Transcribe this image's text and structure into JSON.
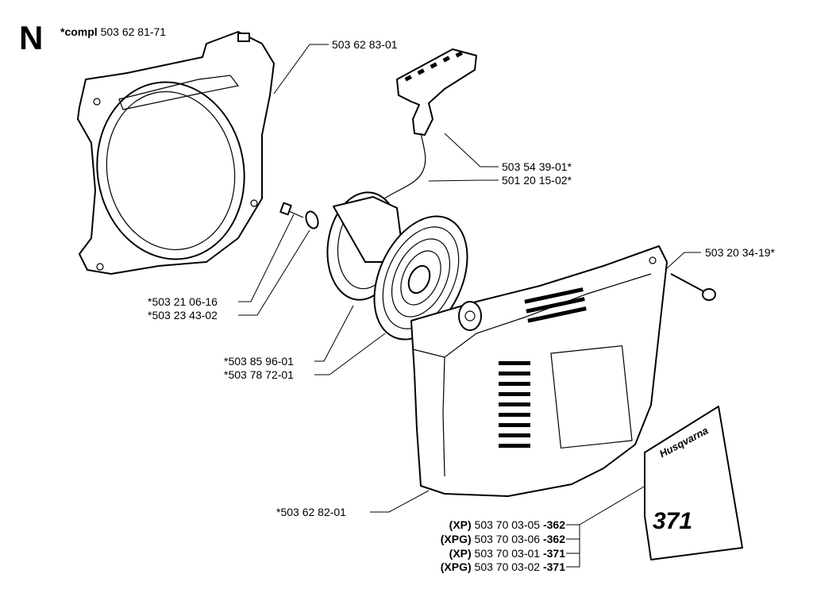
{
  "section": "N",
  "complete_set": {
    "prefix": "*compl",
    "part_no": "503 62 81-71"
  },
  "labels": {
    "fan_housing": "503 62 83-01",
    "handle": "503 54 39-01*",
    "rope": "501 20 15-02*",
    "screw_cover": "503 20 34-19*",
    "screw_small": "*503 21 06-16",
    "washer": "*503 23 43-02",
    "pulley": "*503 85 96-01",
    "spring": "*503 78 72-01",
    "cover": "*503 62 82-01"
  },
  "decals": [
    {
      "model": "(XP)",
      "part_no": "503 70 03-05",
      "size": "-362"
    },
    {
      "model": "(XPG)",
      "part_no": "503 70 03-06",
      "size": "-362"
    },
    {
      "model": "(XP)",
      "part_no": "503 70 03-01",
      "size": "-371"
    },
    {
      "model": "(XPG)",
      "part_no": "503 70 03-02",
      "size": "-371"
    }
  ],
  "decal_art": {
    "brand": "Husqvarna",
    "model": "371"
  }
}
